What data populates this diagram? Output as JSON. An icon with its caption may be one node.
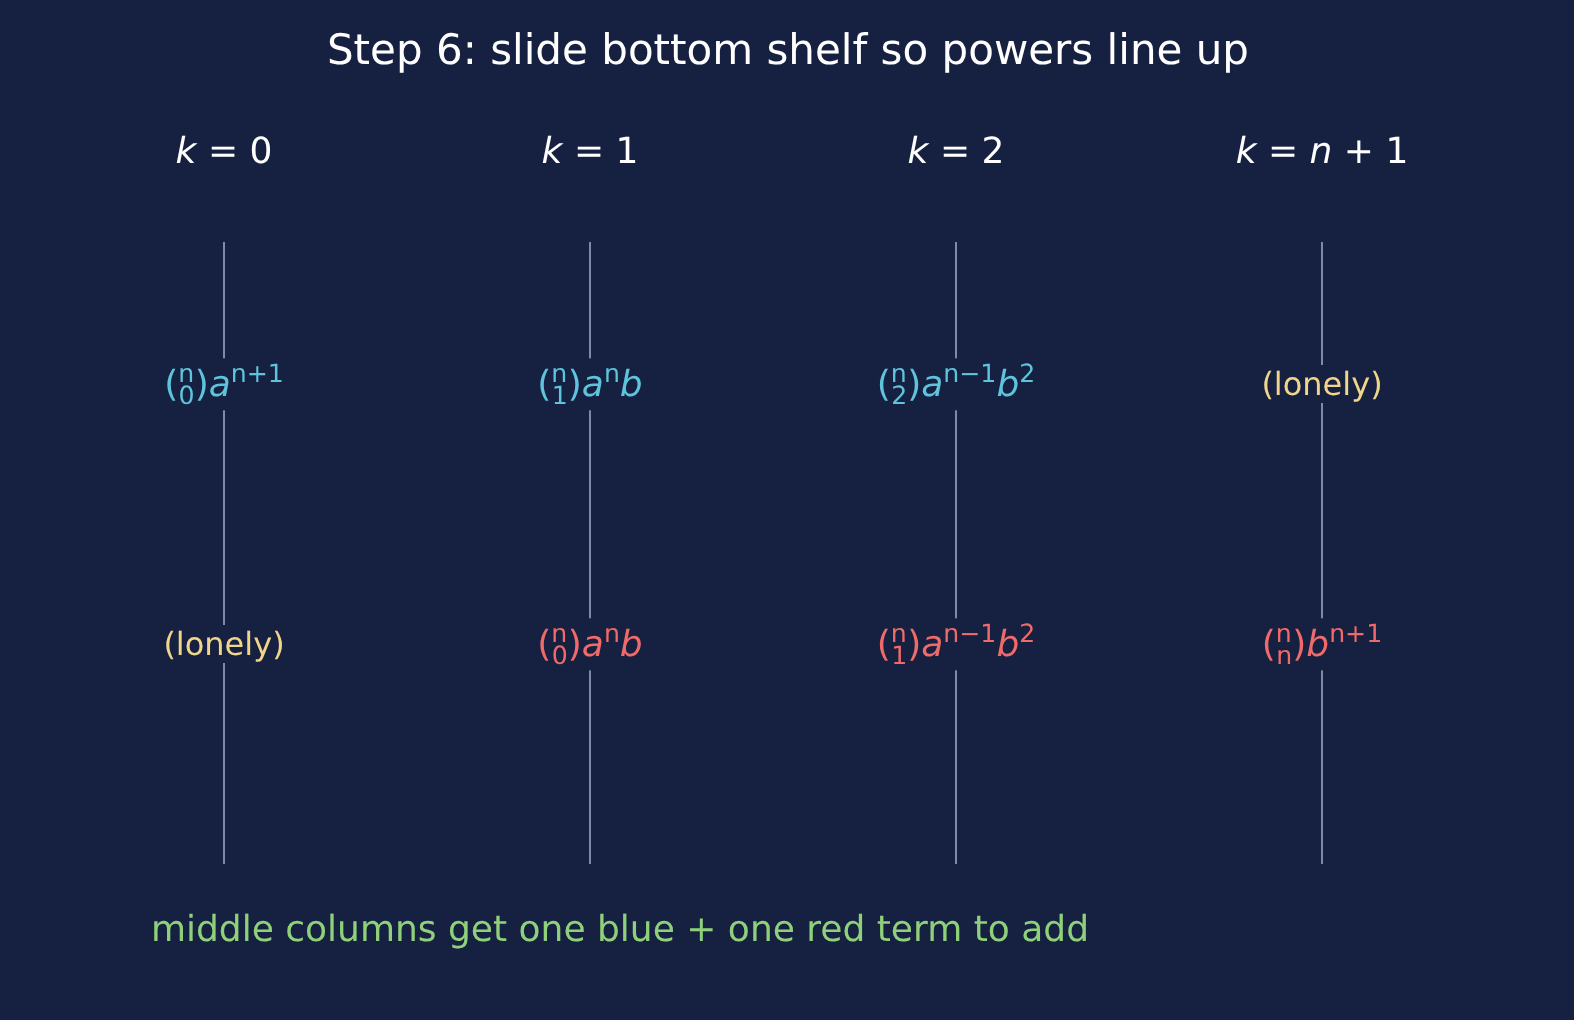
{
  "diagram": {
    "title": "Step 6: slide bottom shelf so powers line up",
    "labels": [
      "*k* = 0",
      "*k* = 1",
      "*k* = 2",
      "*k* = *n* + 1",
      "($^{n}$$_{0}$)*a*$^{n+1}$",
      "($^{n}$$_{1}$)*a*$^{n}$*b*",
      "($^{n}$$_{2}$)*a*$^{n−1}$*b*$^{2}$",
      "(lonely)",
      "(lonely)",
      "($^{n}$$_{0}$)*a*$^{n}$*b*",
      "($^{n}$$_{1}$)*a*$^{n−1}$*b*$^{2}$",
      "($^{n}$$_{n}$)*b*$^{n+1}$"
    ],
    "caption": "middle columns get one blue + one red term to add"
  }
}
